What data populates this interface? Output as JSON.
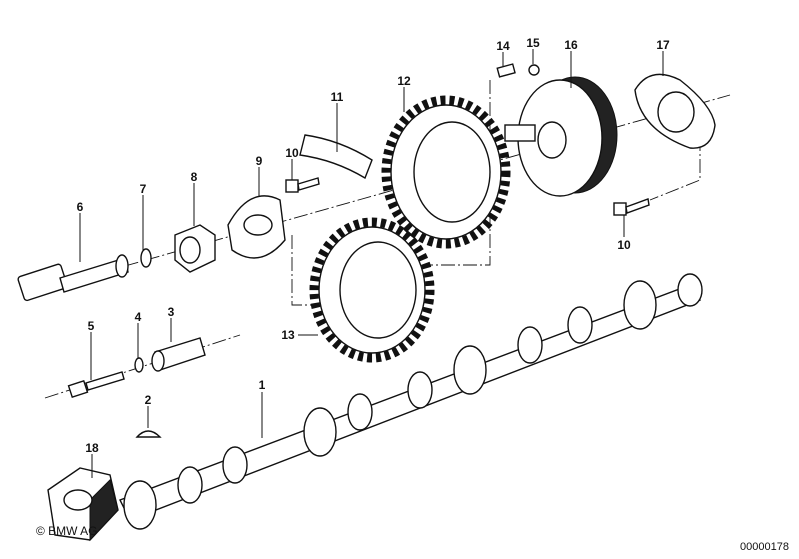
{
  "diagram": {
    "labels": {
      "p1": "1",
      "p2": "2",
      "p3": "3",
      "p4": "4",
      "p5": "5",
      "p6": "6",
      "p7": "7",
      "p8": "8",
      "p9": "9",
      "p10a": "10",
      "p10b": "10",
      "p11": "11",
      "p12": "12",
      "p13": "13",
      "p14": "14",
      "p15": "15",
      "p16": "16",
      "p17": "17",
      "p18": "18"
    },
    "copyright": "© BMW AG",
    "doc_id": "00000178"
  }
}
